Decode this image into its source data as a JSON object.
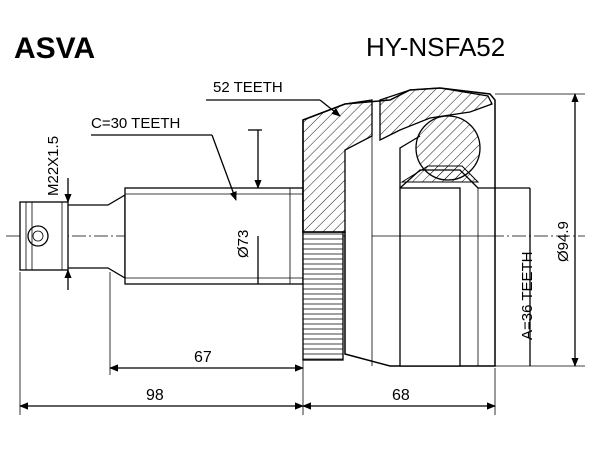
{
  "header": {
    "brand": "ASVA",
    "part_number": "HY-NSFA52"
  },
  "labels": {
    "abs_teeth": "52 TEETH",
    "spline_c": "C=30 TEETH",
    "spline_a": "A=36 TEETH",
    "thread": "M22X1.5",
    "shaft_diameter": "Ø73",
    "outer_diameter": "Ø94.9"
  },
  "dimensions": {
    "shaft_length": "67",
    "total_shaft_length": "98",
    "housing_length": "68"
  }
}
